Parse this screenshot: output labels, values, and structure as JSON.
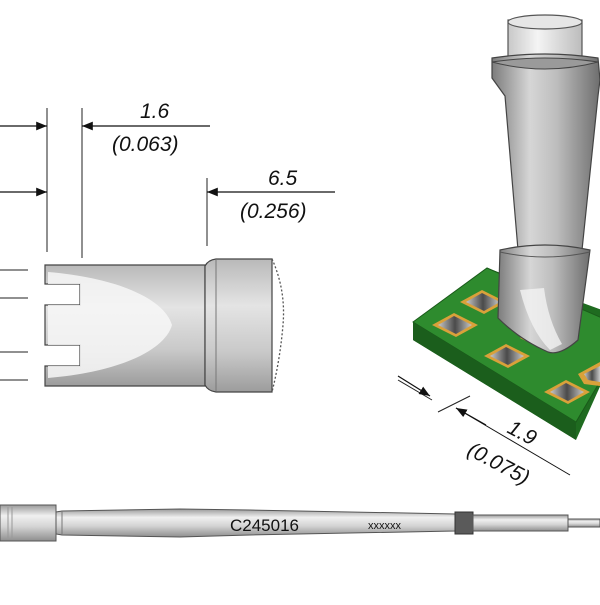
{
  "dimensions": {
    "slot_width": {
      "mm": "1.6",
      "inch": "(0.063)"
    },
    "tip_length": {
      "mm": "6.5",
      "inch": "(0.256)"
    },
    "pad_pitch": {
      "mm": "1.9",
      "inch": "(0.075)"
    }
  },
  "cartridge": {
    "part_number": "C245016",
    "code": "xxxxxx"
  },
  "colors": {
    "pcb_green": "#2e8b2e",
    "pad_copper": "#d9a13a",
    "metal_light": "#dcdcdc",
    "metal_dark": "#8a8a8a"
  }
}
